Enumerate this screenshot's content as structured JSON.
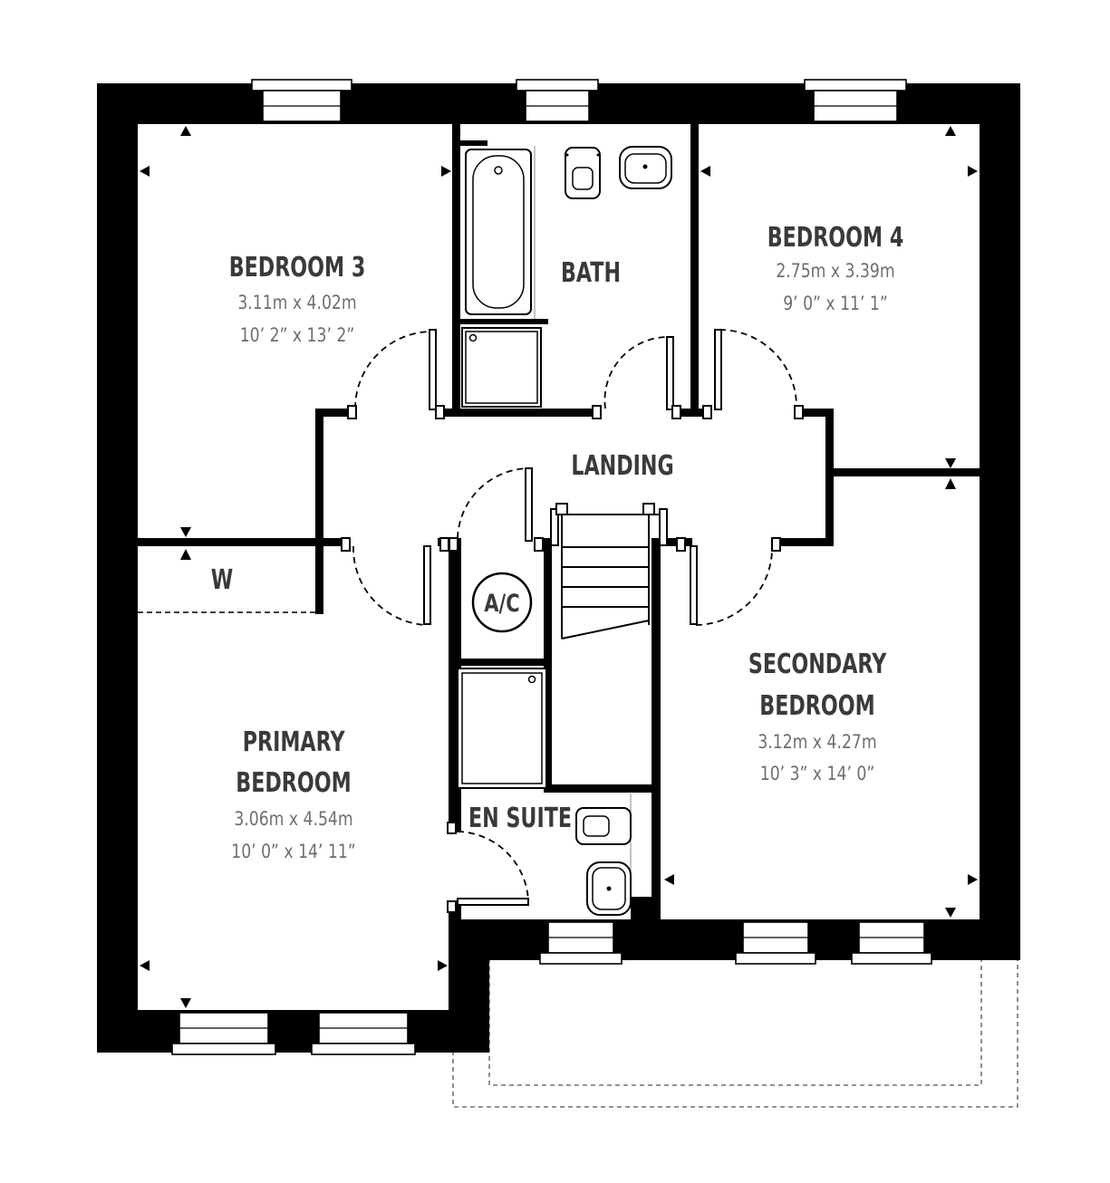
{
  "plan": {
    "rooms": {
      "bedroom3": {
        "name": "BEDROOM 3",
        "metric": "3.11m x 4.02m",
        "imperial": "10’ 2” x 13’ 2”"
      },
      "bath": {
        "name": "BATH"
      },
      "bedroom4": {
        "name": "BEDROOM 4",
        "metric": "2.75m x 3.39m",
        "imperial": "9’ 0” x 11’ 1”"
      },
      "landing": {
        "name": "LANDING"
      },
      "wardrobe": {
        "name": "W"
      },
      "airing_cupboard": {
        "name": "A/C"
      },
      "primary": {
        "name_line1": "PRIMARY",
        "name_line2": "BEDROOM",
        "metric": "3.06m x 4.54m",
        "imperial": "10’ 0” x 14’ 11”"
      },
      "en_suite": {
        "name": "EN SUITE"
      },
      "secondary": {
        "name_line1": "SECONDARY",
        "name_line2": "BEDROOM",
        "metric": "3.12m x 4.27m",
        "imperial": "10’ 3” x 14’ 0”"
      }
    },
    "colors": {
      "wall": "#000000",
      "label": "#3a3a3a",
      "dimension": "#6e6e6e"
    }
  }
}
